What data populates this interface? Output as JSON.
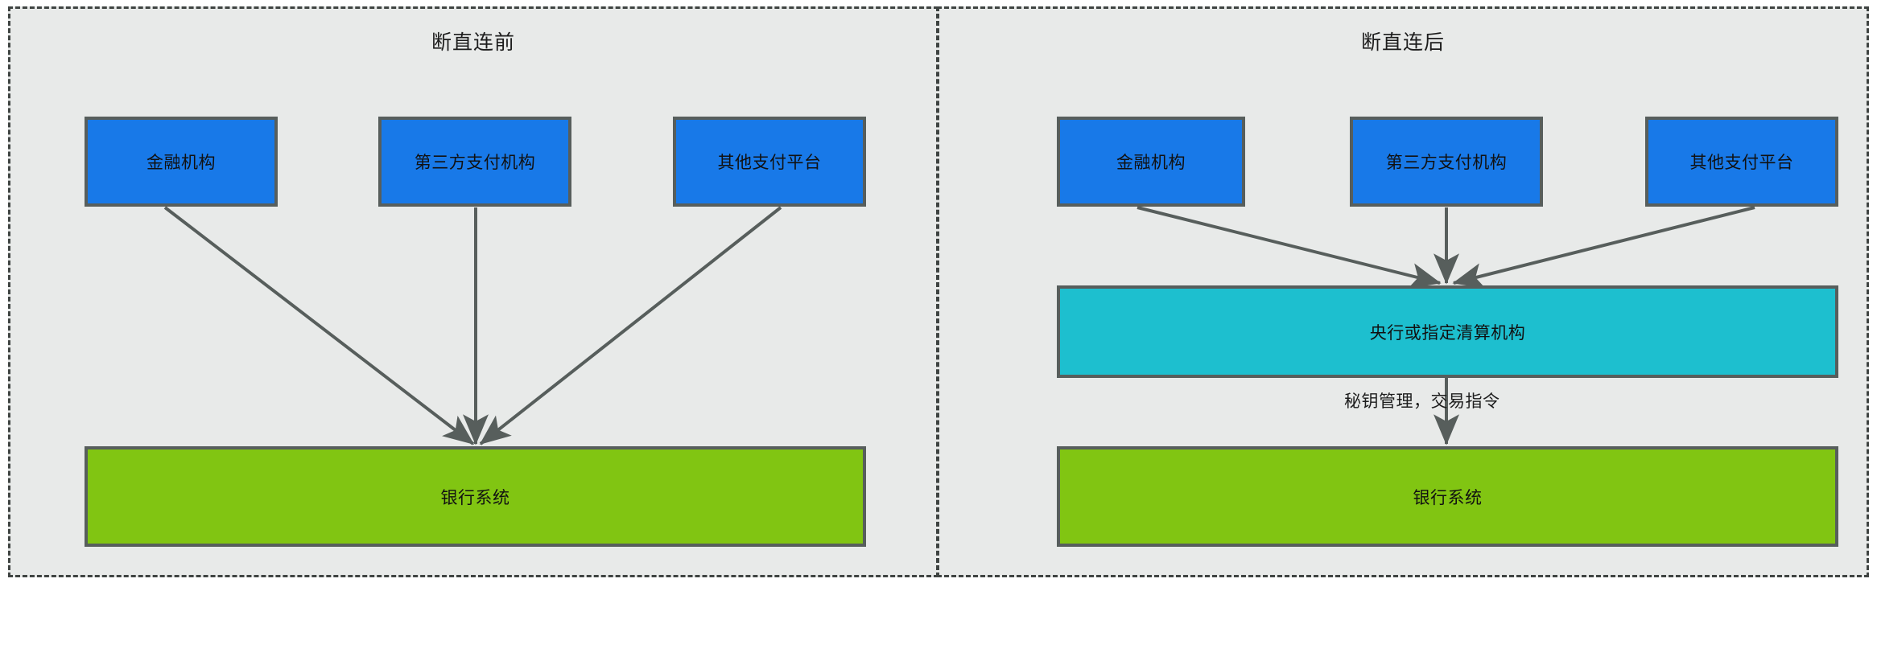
{
  "diagram": {
    "type": "flow-diagram",
    "background": "#ffffff",
    "panel_background": "#e8eae9",
    "border_color": "#3f4442",
    "colors": {
      "institution": "#1879e8",
      "clearing": "#1dbfcf",
      "bank": "#81c512",
      "edge": "#575e5c",
      "node_border": "#575e5c",
      "text": "#111111"
    }
  },
  "panels": [
    {
      "id": "before",
      "title": "断直连前",
      "nodes": [
        {
          "id": "l-fin",
          "label": "金融机构",
          "color": "institution"
        },
        {
          "id": "l-third",
          "label": "第三方支付机构",
          "color": "institution"
        },
        {
          "id": "l-other",
          "label": "其他支付平台",
          "color": "institution"
        },
        {
          "id": "l-bank",
          "label": "银行系统",
          "color": "bank"
        }
      ],
      "edges": [
        {
          "from": "l-fin",
          "to": "l-bank",
          "label": ""
        },
        {
          "from": "l-third",
          "to": "l-bank",
          "label": ""
        },
        {
          "from": "l-other",
          "to": "l-bank",
          "label": ""
        }
      ]
    },
    {
      "id": "after",
      "title": "断直连后",
      "nodes": [
        {
          "id": "r-fin",
          "label": "金融机构",
          "color": "institution"
        },
        {
          "id": "r-third",
          "label": "第三方支付机构",
          "color": "institution"
        },
        {
          "id": "r-other",
          "label": "其他支付平台",
          "color": "institution"
        },
        {
          "id": "r-clear",
          "label": "央行或指定清算机构",
          "color": "clearing"
        },
        {
          "id": "r-bank",
          "label": "银行系统",
          "color": "bank"
        }
      ],
      "edges": [
        {
          "from": "r-fin",
          "to": "r-clear",
          "label": ""
        },
        {
          "from": "r-third",
          "to": "r-clear",
          "label": ""
        },
        {
          "from": "r-other",
          "to": "r-clear",
          "label": ""
        },
        {
          "from": "r-clear",
          "to": "r-bank",
          "label": "秘钥管理，交易指令"
        }
      ]
    }
  ]
}
